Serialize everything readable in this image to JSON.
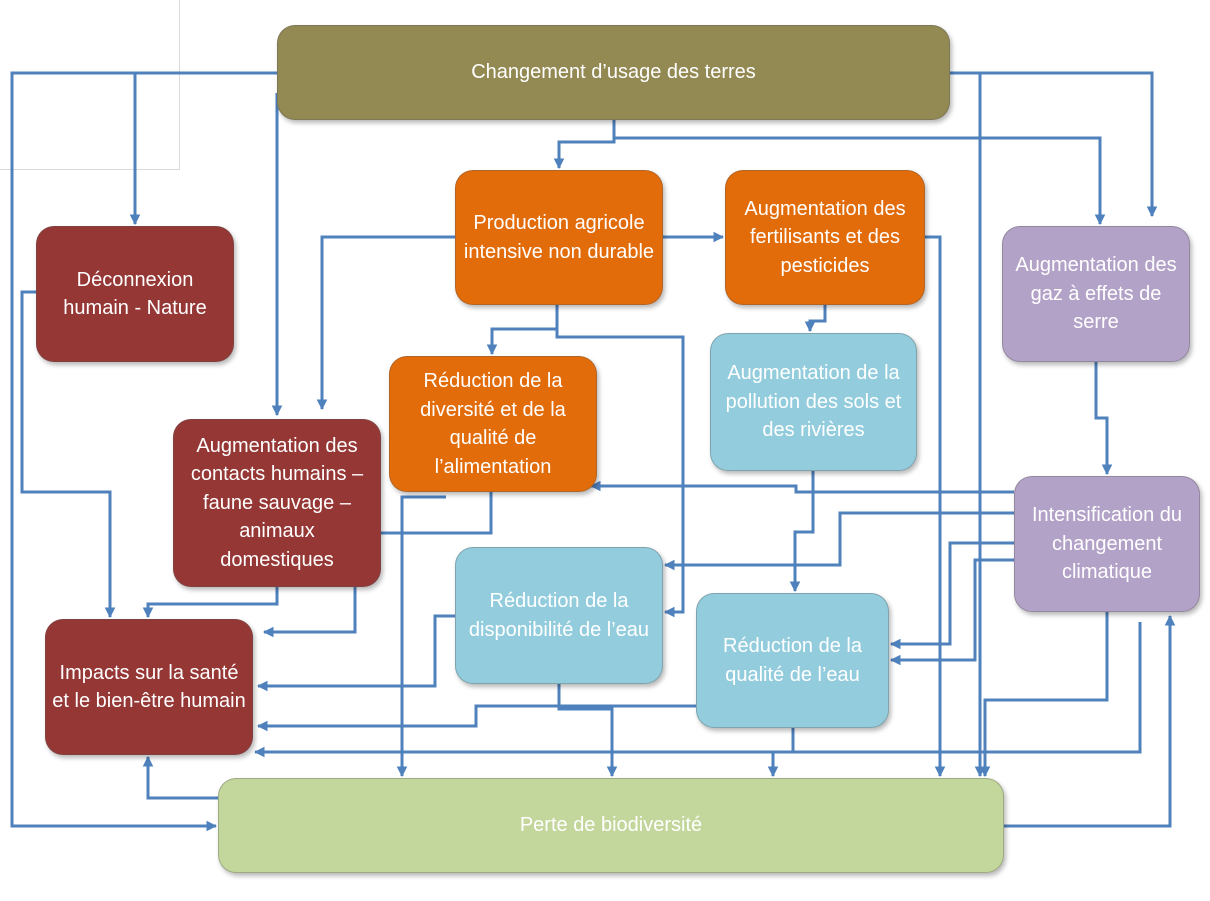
{
  "nodes": {
    "land_use": {
      "label": "Changement d’usage des terres"
    },
    "intensive_agri": {
      "label": "Production agricole intensive non durable"
    },
    "fertilizers": {
      "label": "Augmentation des fertilisants et des pesticides"
    },
    "ghg": {
      "label": "Augmentation des gaz à effets de serre"
    },
    "disconnection": {
      "label": "Déconnexion humain - Nature"
    },
    "food_quality": {
      "label": "Réduction de la diversité et de la qualité de l’alimentation"
    },
    "pollution": {
      "label": "Augmentation de la pollution des sols et des rivières"
    },
    "contacts": {
      "label": "Augmentation des contacts humains – faune sauvage – animaux domestiques"
    },
    "climate": {
      "label": "Intensification du changement climatique"
    },
    "water_availability": {
      "label": "Réduction de la disponibilité de l’eau"
    },
    "water_quality": {
      "label": "Réduction de la qualité de l’eau"
    },
    "health": {
      "label": "Impacts sur la santé et le bien-être humain"
    },
    "biodiversity": {
      "label": "Perte de biodiversité"
    }
  },
  "colors": {
    "arrow": "#4f81bd",
    "olive": "#938953",
    "orange": "#e36c0a",
    "maroon": "#953735",
    "purple": "#b3a2c7",
    "blue": "#93cddd",
    "green": "#c3d69b"
  }
}
